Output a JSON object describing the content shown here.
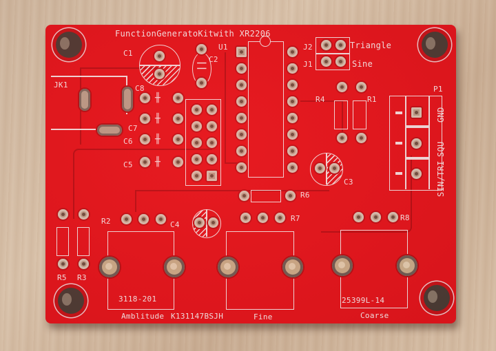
{
  "scene": {
    "description": "Red PCB for a function generator kit on a wooden surface",
    "board_color": "#e3151c",
    "silkscreen_color": "#f6e9ea",
    "background_color": "#d2b9a0"
  },
  "title": "FunctionGeneratoKitwith XR2206",
  "labels": {
    "u1": "U1",
    "c1": "C1",
    "c2": "C2",
    "c3": "C3",
    "c4": "C4",
    "c5": "C5",
    "c6": "C6",
    "c7": "C7",
    "c8": "C8",
    "jk1": "JK1",
    "j1": "J1",
    "j2": "J2",
    "r1": "R1",
    "r2": "R2",
    "r3": "R3",
    "r4": "R4",
    "r5": "R5",
    "r6": "R6",
    "r7": "R7",
    "r8": "R8",
    "p1": "P1"
  },
  "jumpers": {
    "triangle": "Triangle",
    "sine": "Sine"
  },
  "connector_p1": {
    "pins": [
      "GND",
      "SQU",
      "SIN/TRI"
    ]
  },
  "potentiometers": [
    {
      "part": "3118-201",
      "label": "Amblitude"
    },
    {
      "part": "",
      "label": "Fine"
    },
    {
      "part": "25399L-14",
      "label": "Coarse"
    }
  ],
  "board_code": "K131147BSJH"
}
